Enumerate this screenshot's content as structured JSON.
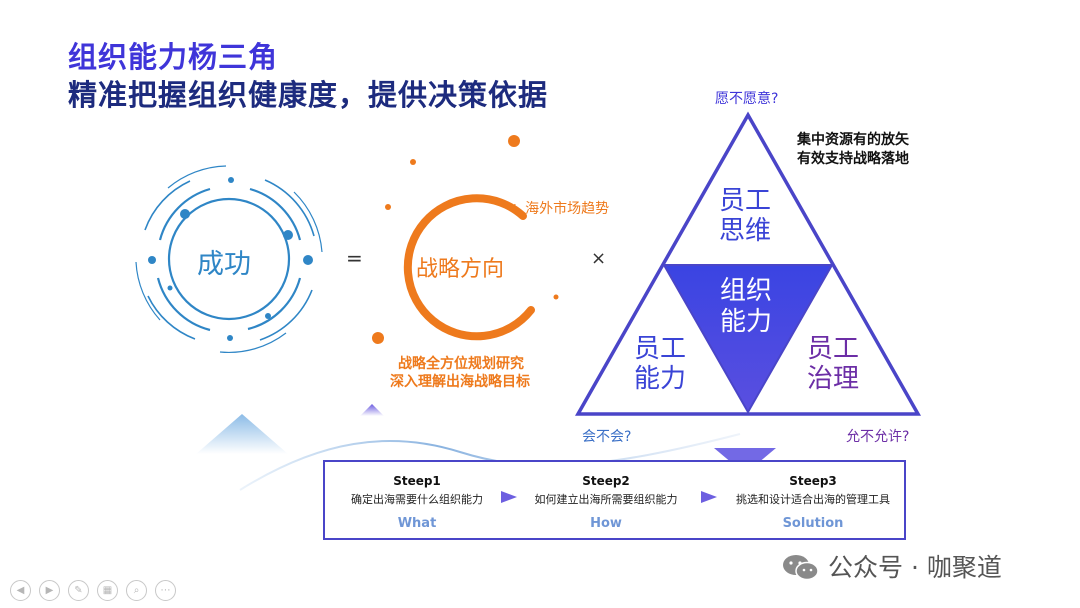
{
  "title": {
    "main": "组织能力杨三角",
    "sub": "精准把握组织健康度，提供决策依据"
  },
  "formula": {
    "success": "成功",
    "equals": "=",
    "strategy": "战略方向",
    "times": "×",
    "overseas_trend": "+ 海外市场趋势",
    "strategy_note_1": "战略全方位规划研究",
    "strategy_note_2": "深入理解出海战略目标"
  },
  "triangle": {
    "top_label": "员工\n思维",
    "top_line1": "员工",
    "top_line2": "思维",
    "center_line1": "组织",
    "center_line2": "能力",
    "left_line1": "员工",
    "left_line2": "能力",
    "right_line1": "员工",
    "right_line2": "治理",
    "q_top": "愿不愿意?",
    "q_left": "会不会?",
    "q_right": "允不允许?",
    "note_1": "集中资源有的放矢",
    "note_2": "有效支持战略落地"
  },
  "steps": [
    {
      "title": "Steep1",
      "desc": "确定出海需要什么组织能力",
      "key": "What"
    },
    {
      "title": "Steep2",
      "desc": "如何建立出海所需要组织能力",
      "key": "How"
    },
    {
      "title": "Steep3",
      "desc": "挑选和设计适合出海的管理工具",
      "key": "Solution"
    }
  ],
  "watermark": "公众号 · 咖聚道",
  "footer_controls": [
    "prev-icon",
    "next-icon",
    "pen-icon",
    "slides-icon",
    "zoom-icon",
    "more-icon"
  ],
  "colors": {
    "blue": "#3f35d9",
    "navy": "#1d2b7e",
    "orange": "#ee7a1d",
    "circle_blue": "#2f86c6",
    "purple": "#6c2ea6"
  }
}
